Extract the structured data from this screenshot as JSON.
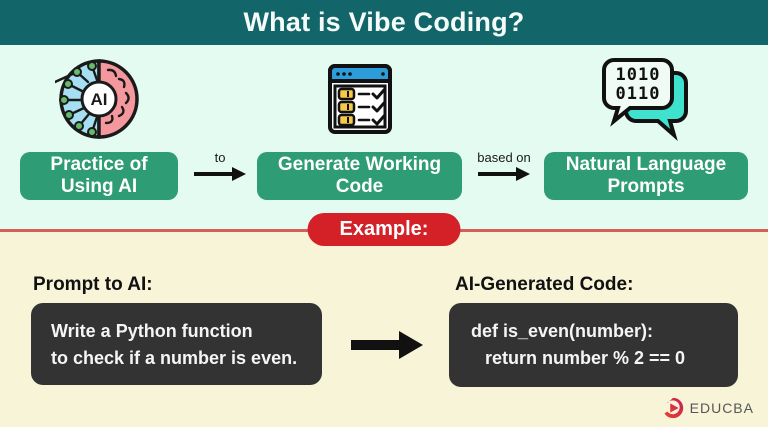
{
  "colors": {
    "header_teal": "#12666A",
    "mint_bg": "#E4FBF1",
    "button_green": "#2E9C74",
    "badge_red": "#D42127",
    "divider_red": "#D66055",
    "cream_bg": "#F8F4D8",
    "code_box_dark": "#333333",
    "icon_blue_half": "#A7DFF2",
    "icon_pink_half": "#F5989E",
    "icon_node_green": "#66BB6A",
    "icon_titlebar_blue": "#2D9CDB",
    "icon_tag_yellow": "#F7C948",
    "icon_chat_teal": "#3FE2CF",
    "logo_red": "#E23744",
    "logo_gray": "#55565A"
  },
  "header": {
    "title": "What is Vibe Coding?"
  },
  "flow": {
    "steps": [
      {
        "icon": "ai-brain-icon",
        "label": "Practice of\nUsing AI"
      },
      {
        "icon": "checklist-window-icon",
        "label": "Generate Working\nCode"
      },
      {
        "icon": "binary-chat-icon",
        "label": "Natural Language\nPrompts"
      }
    ],
    "connectors": [
      {
        "label": "to"
      },
      {
        "label": "based on"
      }
    ],
    "brain_icon_text": "AI",
    "binary_rows": [
      "1010",
      "0110"
    ]
  },
  "example": {
    "badge": "Example:"
  },
  "prompt_section": {
    "heading": "Prompt to AI:",
    "lines": [
      "Write a Python function",
      "to check if a number is even."
    ]
  },
  "code_section": {
    "heading": "AI-Generated Code:",
    "lines": [
      "def is_even(number):",
      "return number % 2 == 0"
    ]
  },
  "logo": {
    "text": "EDUCBA"
  }
}
